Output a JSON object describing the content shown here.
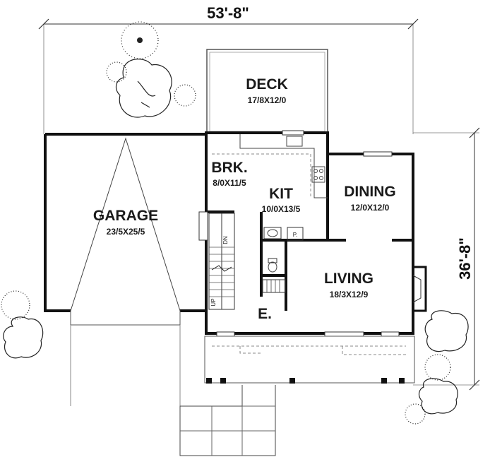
{
  "dimensions": {
    "width_label": "53'-8\"",
    "depth_label": "36'-8\""
  },
  "rooms": {
    "deck": {
      "name": "DECK",
      "size": "17/8X12/0"
    },
    "garage": {
      "name": "GARAGE",
      "size": "23/5X25/5"
    },
    "brk": {
      "name": "BRK.",
      "size": "8/0X11/5"
    },
    "kit": {
      "name": "KIT",
      "size": "10/0X13/5"
    },
    "dining": {
      "name": "DINING",
      "size": "12/0X12/0"
    },
    "living": {
      "name": "LIVING",
      "size": "18/3X12/9"
    },
    "entry": {
      "name": "E."
    },
    "pantry": {
      "name": "P."
    }
  },
  "stairs": {
    "down": "DN",
    "up": "UP"
  }
}
